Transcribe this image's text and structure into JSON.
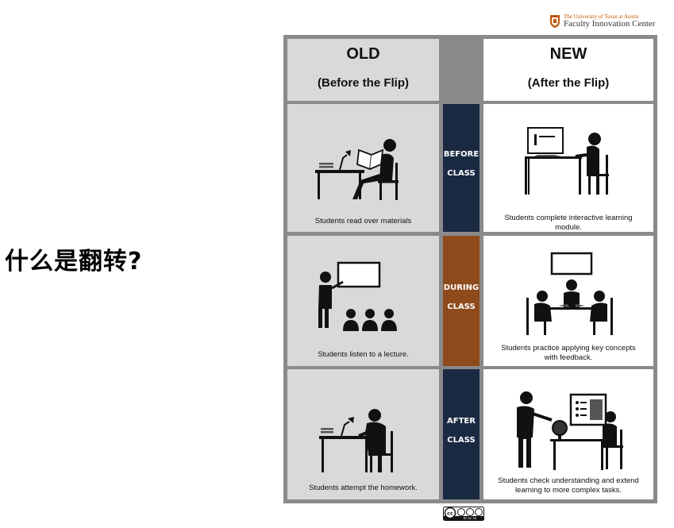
{
  "slide": {
    "title": "什么是翻转?"
  },
  "logo": {
    "line1": "The University of Texas at Austin",
    "line2": "Faculty Innovation Center"
  },
  "headers": {
    "old_title": "OLD",
    "old_sub": "(Before the Flip)",
    "new_title": "NEW",
    "new_sub": "(After the Flip)"
  },
  "rows": [
    {
      "label_top": "BEFORE",
      "label_bottom": "CLASS",
      "color": "#1b2a43",
      "old_caption": "Students read over materials",
      "new_caption": "Students complete interactive learning module."
    },
    {
      "label_top": "DURING",
      "label_bottom": "CLASS",
      "color": "#8e4a1b",
      "old_caption": "Students listen to a lecture.",
      "new_caption": "Students practice applying key concepts with feedback."
    },
    {
      "label_top": "AFTER",
      "label_bottom": "CLASS",
      "color": "#1b2a43",
      "old_caption": "Students attempt the homework.",
      "new_caption": "Students check understanding and extend learning to more complex tasks."
    }
  ],
  "license": {
    "badge": "cc",
    "attrs": "BY NC SA"
  }
}
